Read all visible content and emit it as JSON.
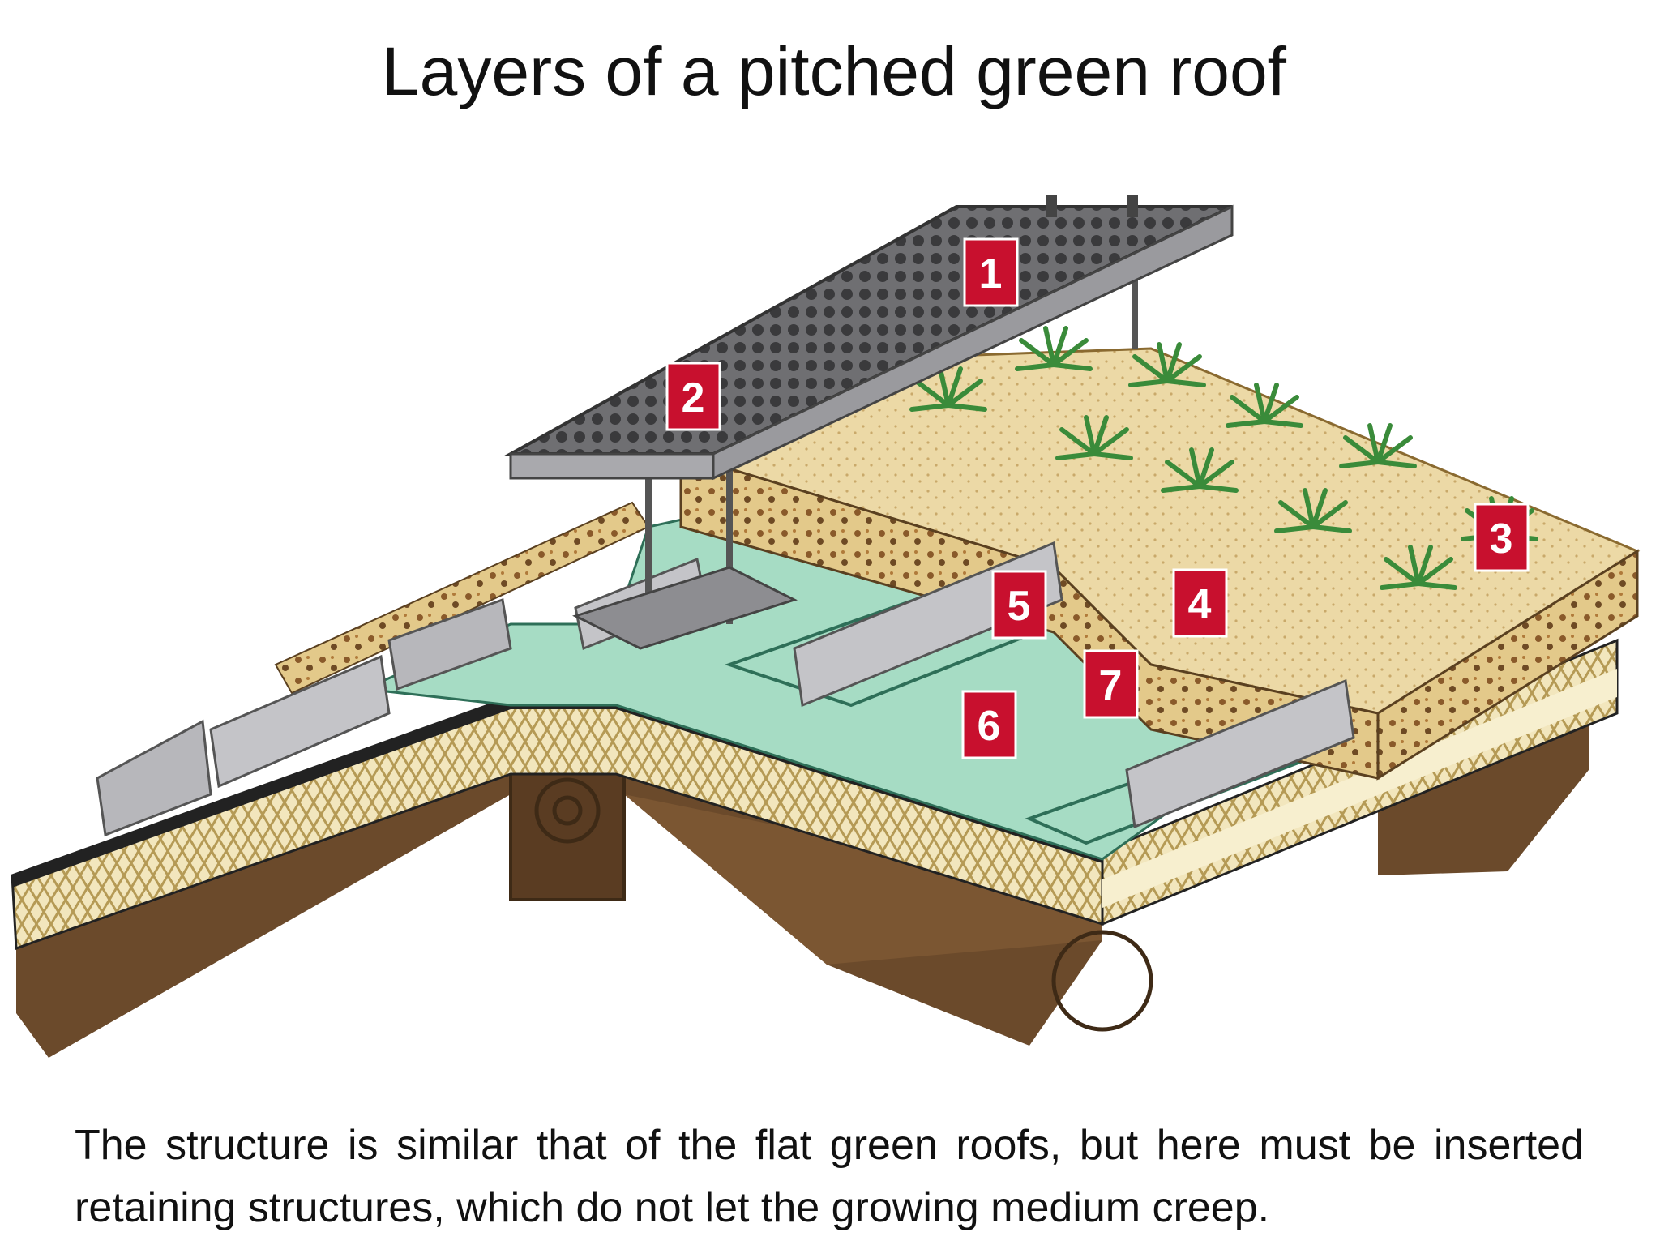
{
  "title": "Layers of a pitched green roof",
  "caption": "The structure is similar that of the flat green roofs, but here must be inserted retaining structures, which do not let the growing medium creep.",
  "diagram": {
    "labels": [
      "1",
      "2",
      "3",
      "4",
      "5",
      "6",
      "7"
    ],
    "colors": {
      "label_red": "#c8102e",
      "substrate": "#e8d29a",
      "drainage_green": "#a6dcc4",
      "wood": "#6b4a2b",
      "metal": "#a9a9ad",
      "plant": "#3a8b3a"
    }
  }
}
